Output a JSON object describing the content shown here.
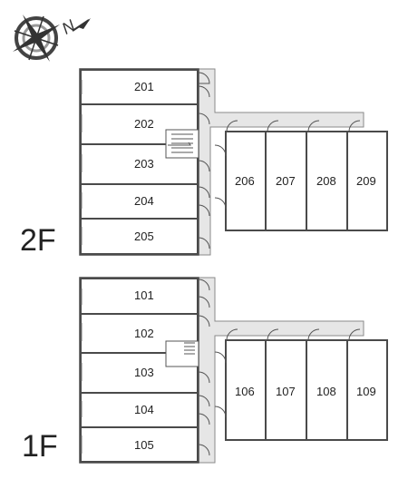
{
  "compass": {
    "north_letter": "N",
    "icon": "compass-rose-icon"
  },
  "floors": [
    {
      "label": "2F",
      "west_rooms": [
        "201",
        "202",
        "203",
        "204",
        "205"
      ],
      "east_rooms": [
        "206",
        "207",
        "208",
        "209"
      ]
    },
    {
      "label": "1F",
      "west_rooms": [
        "101",
        "102",
        "103",
        "104",
        "105"
      ],
      "east_rooms": [
        "106",
        "107",
        "108",
        "109"
      ]
    }
  ],
  "colors": {
    "wall": "#4a4a4a",
    "corridor": "#e6e6e6"
  }
}
